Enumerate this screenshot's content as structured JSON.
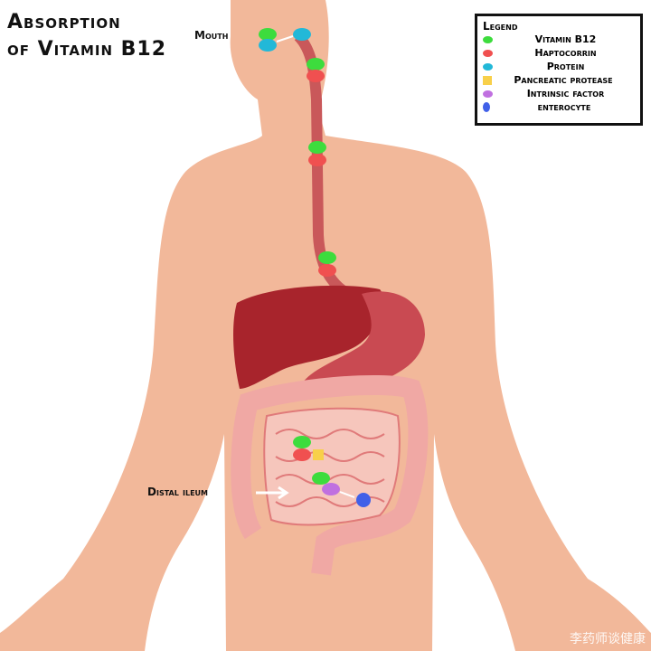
{
  "title": {
    "line1": "Absorption",
    "line2": "of Vitamin B12"
  },
  "labels": {
    "mouth": "Mouth",
    "distal_ileum": "Distal ileum"
  },
  "legend": {
    "title": "Legend",
    "items": [
      {
        "label": "Vitamin B12",
        "color": "#3ddc3d"
      },
      {
        "label": "Haptocorrin",
        "color": "#f05050"
      },
      {
        "label": "Protein",
        "color": "#22b8d8"
      },
      {
        "label": "Pancreatic protease",
        "color": "#f8d04a"
      },
      {
        "label": "Intrinsic factor",
        "color": "#c070e0"
      },
      {
        "label": "enterocyte",
        "color": "#4060e8"
      }
    ]
  },
  "watermark": "李药师谈健康"
}
